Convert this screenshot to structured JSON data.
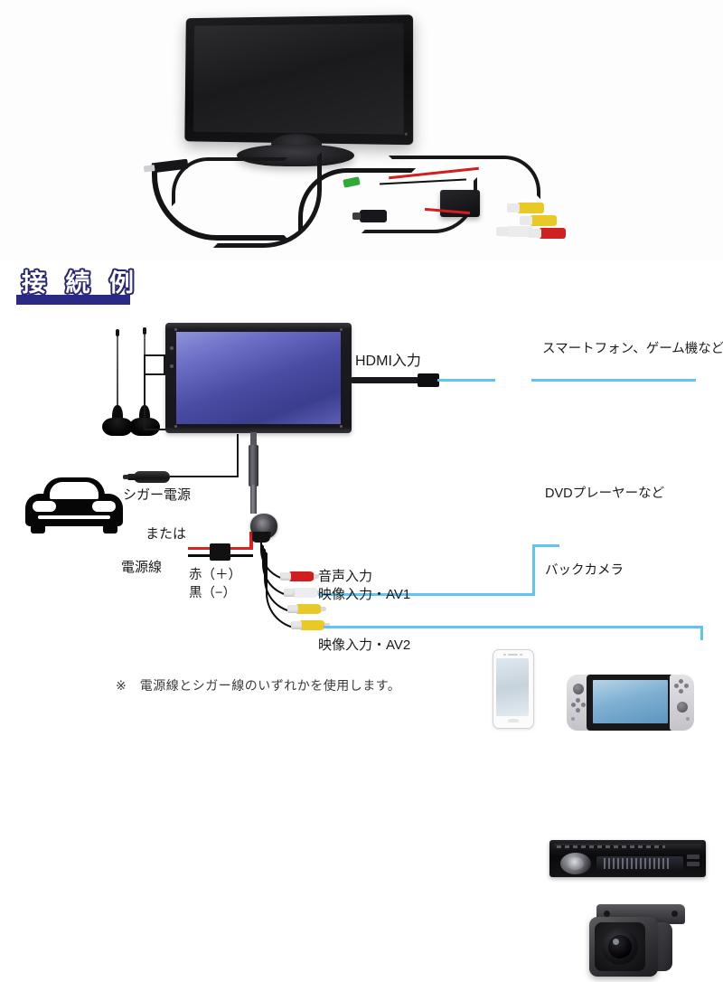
{
  "page": {
    "title": "車載モニター 接続例",
    "background": "#ffffff"
  },
  "photo": {
    "caption": "",
    "items": [
      {
        "name": "monitor",
        "label": "車載モニター"
      },
      {
        "name": "cable-harness",
        "label": "配線ケーブル"
      }
    ]
  },
  "heading": {
    "text": "接 続 例",
    "color": "#ffffff",
    "outline_color": "#262673",
    "bar_color": "#2a2a86"
  },
  "diagram": {
    "monitor": {
      "name": "車載モニター",
      "screen_color": "#4a4ca4"
    },
    "antenna": {
      "label": "",
      "count": 2
    },
    "labels": {
      "hdmi_input": "HDMI入力",
      "smartphone_game": "スマートフォン、ゲーム機など",
      "cigarette_power": "シガー電源",
      "or": "または",
      "power_line": "電源線",
      "red_plus": "赤（＋）",
      "black_minus": "黒（−）",
      "audio_input": "音声入力",
      "video_input_av1": "映像入力・AV1",
      "video_input_av2": "映像入力・AV2",
      "dvd_player": "DVDプレーヤーなど",
      "back_camera": "バックカメラ"
    },
    "connectors": [
      {
        "name": "rca-red",
        "color": "#d01f1f",
        "signal": "音声入力"
      },
      {
        "name": "rca-white",
        "color": "#ededf0",
        "signal": "音声入力"
      },
      {
        "name": "rca-yellow-av1",
        "color": "#e8c926",
        "signal": "映像入力・AV1"
      },
      {
        "name": "rca-yellow-av2",
        "color": "#e8c926",
        "signal": "映像入力・AV2"
      }
    ],
    "wire_colors": {
      "red": "#e01f1f",
      "black": "#0c0c0c",
      "signal_blue": "#5ec5f0"
    },
    "devices": [
      {
        "name": "smartphone",
        "label": "スマートフォン"
      },
      {
        "name": "game-console",
        "label": "ゲーム機"
      },
      {
        "name": "dvd-player",
        "label": "DVDプレーヤーなど"
      },
      {
        "name": "back-camera",
        "label": "バックカメラ"
      },
      {
        "name": "car",
        "label": "車"
      }
    ]
  },
  "footnote": {
    "text": "※　電源線とシガー線のいずれかを使用します。"
  }
}
